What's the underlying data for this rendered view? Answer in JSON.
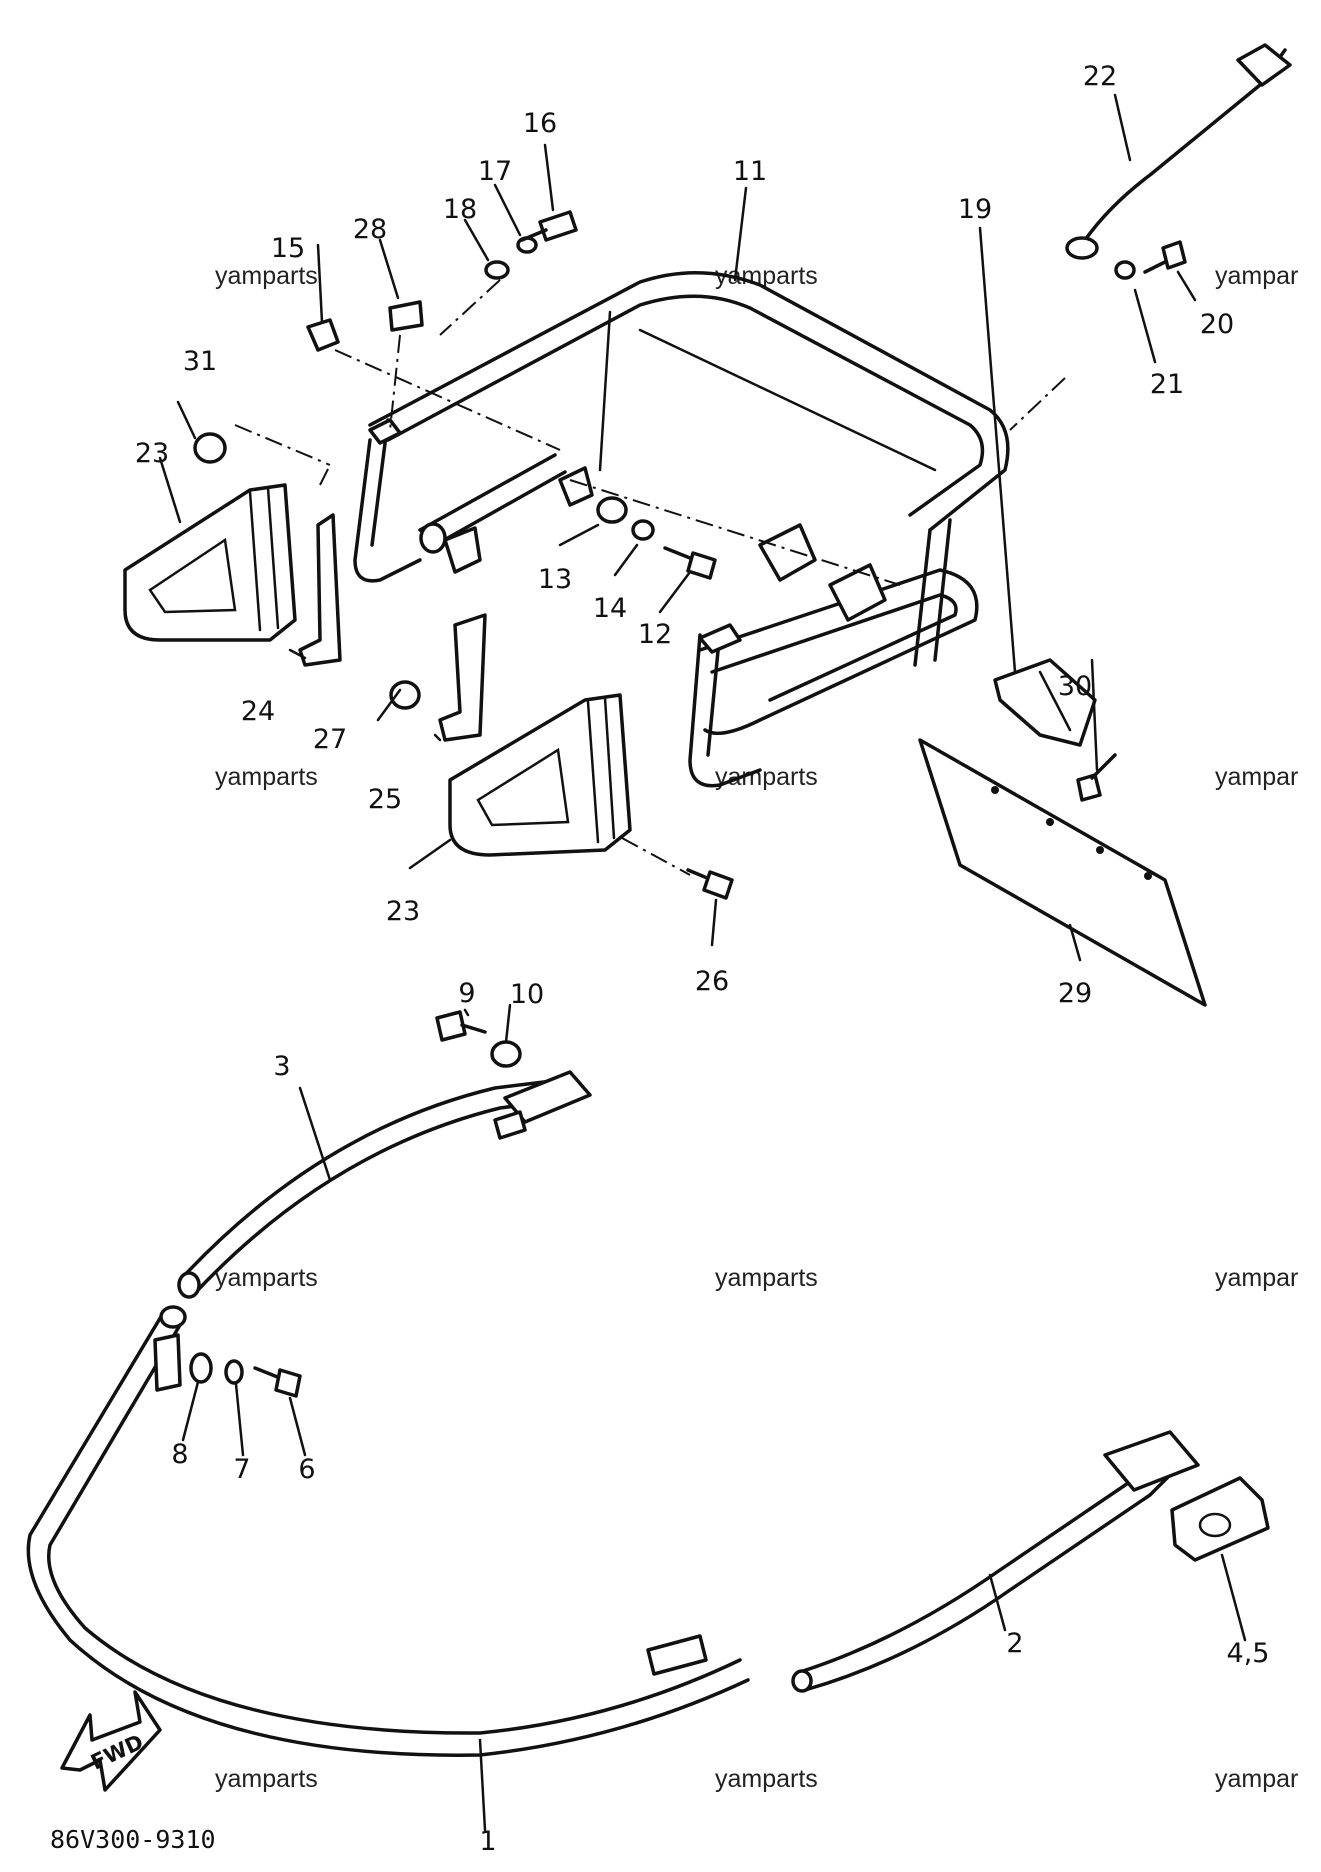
{
  "diagram_code": "86V300-9310",
  "fwd_label": "FWD",
  "watermark": {
    "left": "yamparts",
    "center": "yamparts",
    "right": "yampar"
  },
  "callouts": {
    "c1": "1",
    "c2": "2",
    "c3": "3",
    "c45": "4,5",
    "c6": "6",
    "c7": "7",
    "c8": "8",
    "c9": "9",
    "c10": "10",
    "c11": "11",
    "c12": "12",
    "c13": "13",
    "c14": "14",
    "c15": "15",
    "c16": "16",
    "c17": "17",
    "c18": "18",
    "c19": "19",
    "c20": "20",
    "c21": "21",
    "c22": "22",
    "c23a": "23",
    "c23b": "23",
    "c24": "24",
    "c25": "25",
    "c26": "26",
    "c27": "27",
    "c28": "28",
    "c29": "29",
    "c30": "30",
    "c31": "31"
  }
}
